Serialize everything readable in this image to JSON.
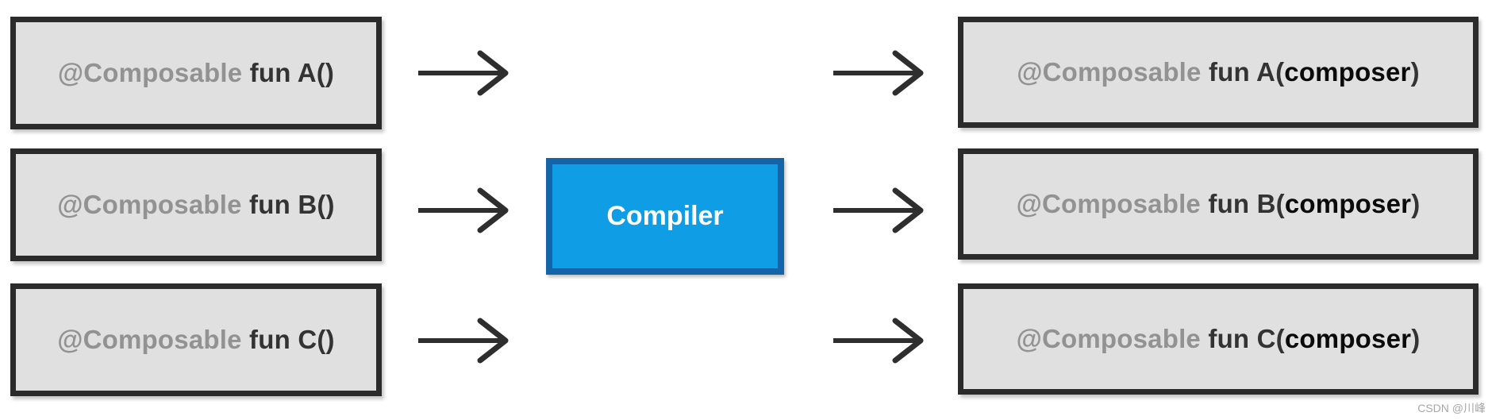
{
  "diagram": {
    "title_semantic": "Compose compiler transformation diagram",
    "compiler_label": "Compiler",
    "rows": [
      {
        "left_annotation": "@Composable",
        "left_code": "fun A()",
        "right_annotation": "@Composable",
        "right_fun_open": "fun A(",
        "right_param": "composer",
        "right_close": ")"
      },
      {
        "left_annotation": "@Composable",
        "left_code": "fun B()",
        "right_annotation": "@Composable",
        "right_fun_open": "fun B(",
        "right_param": "composer",
        "right_close": ")"
      },
      {
        "left_annotation": "@Composable",
        "left_code": "fun C()",
        "right_annotation": "@Composable",
        "right_fun_open": "fun C(",
        "right_param": "composer",
        "right_close": ")"
      }
    ],
    "watermark": "CSDN @川峰",
    "colors": {
      "box_fill": "#e0e0e0",
      "box_border": "#2b2b2b",
      "compiler_fill": "#0f9de6",
      "compiler_border": "#1364a8",
      "annotation_text": "#929292",
      "code_text": "#333333",
      "param_text": "#0b0b0b",
      "arrow": "#2e2e2e",
      "watermark_text": "#a6a6a6"
    }
  }
}
